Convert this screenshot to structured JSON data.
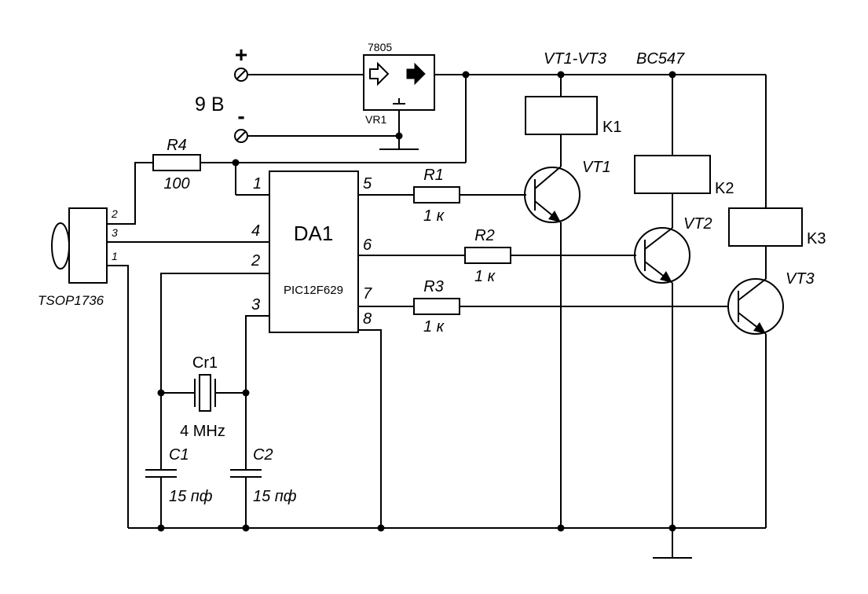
{
  "supply": {
    "plus": "+",
    "minus": "-",
    "voltage": "9 В"
  },
  "regulator": {
    "part": "7805",
    "ref": "VR1"
  },
  "transistors_label": {
    "refs": "VT1-VT3",
    "part": "BC547"
  },
  "ic": {
    "ref": "DA1",
    "part": "PIC12F629",
    "pins": {
      "p1": "1",
      "p2": "2",
      "p3": "3",
      "p4": "4",
      "p5": "5",
      "p6": "6",
      "p7": "7",
      "p8": "8"
    }
  },
  "ir_receiver": {
    "part": "TSOP1736",
    "pins": {
      "p1": "1",
      "p2": "2",
      "p3": "3"
    }
  },
  "r4": {
    "ref": "R4",
    "value": "100"
  },
  "r1": {
    "ref": "R1",
    "value": "1 к"
  },
  "r2": {
    "ref": "R2",
    "value": "1 к"
  },
  "r3": {
    "ref": "R3",
    "value": "1 к"
  },
  "crystal": {
    "ref": "Cr1",
    "value": "4 MHz"
  },
  "c1": {
    "ref": "C1",
    "value": "15 пф"
  },
  "c2": {
    "ref": "C2",
    "value": "15 пф"
  },
  "vt1": "VT1",
  "vt2": "VT2",
  "vt3": "VT3",
  "k1": "K1",
  "k2": "K2",
  "k3": "K3"
}
